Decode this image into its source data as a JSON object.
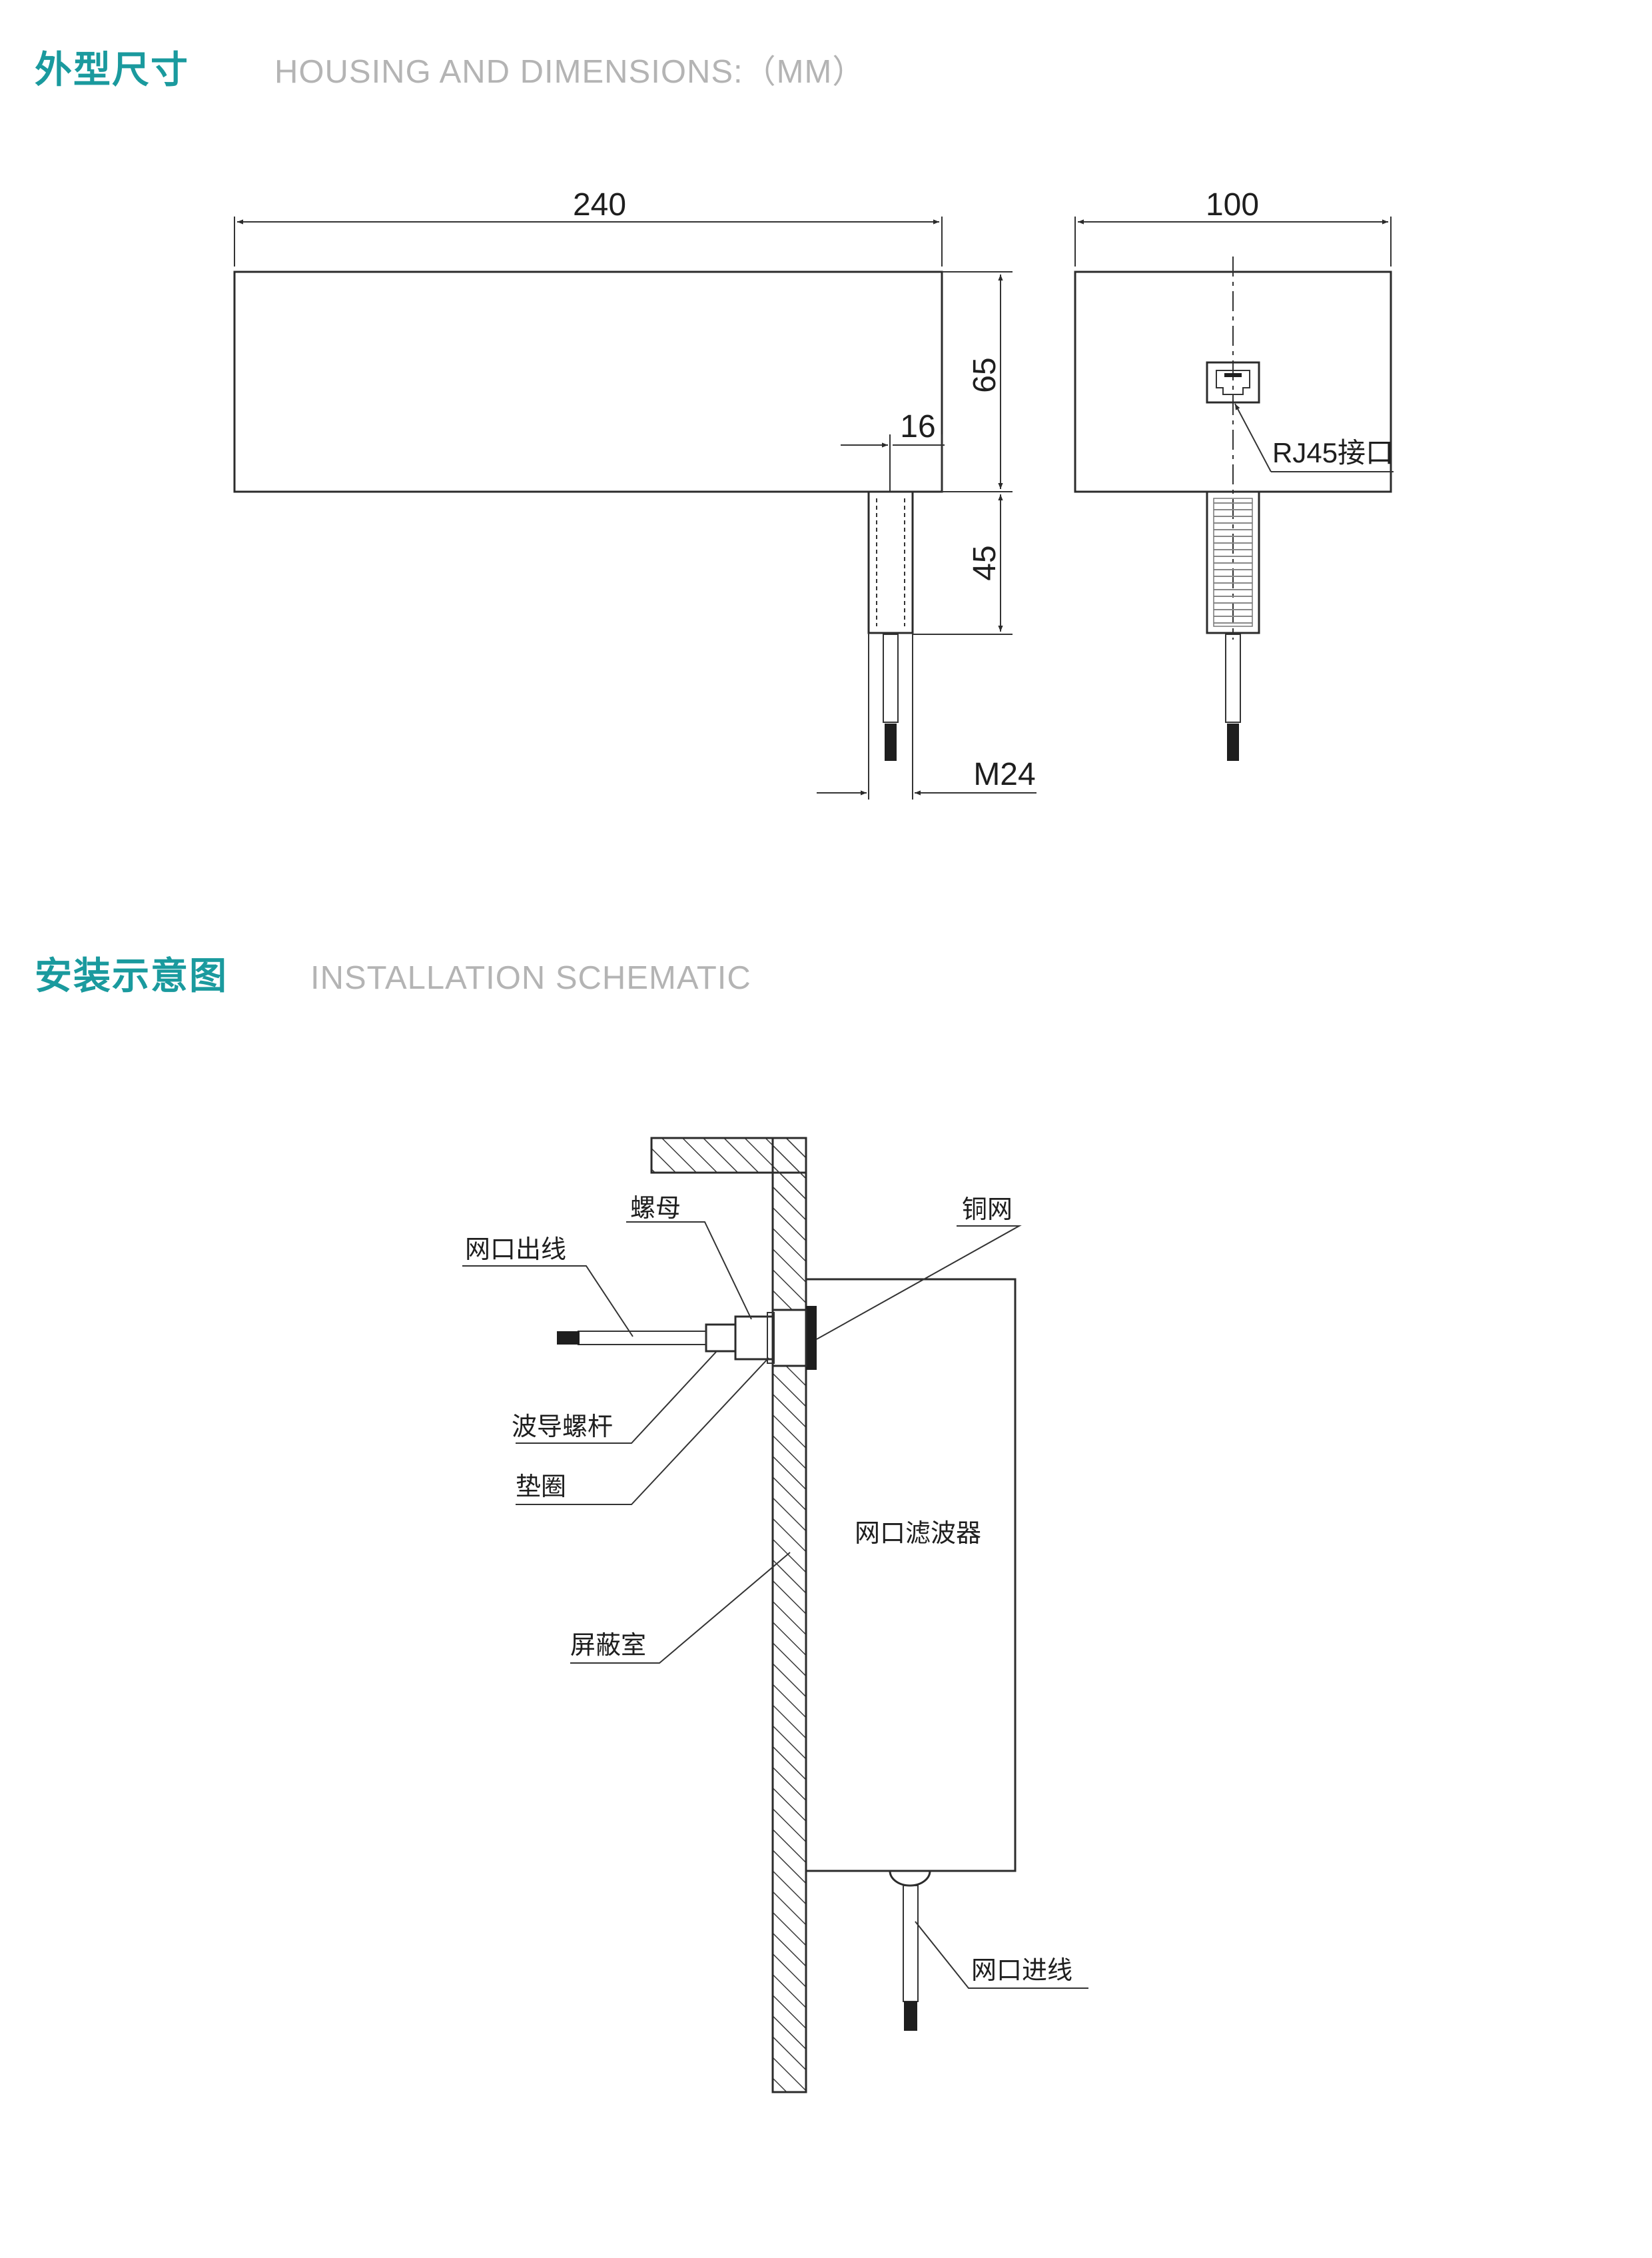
{
  "sections": {
    "housing": {
      "title_cn": "外型尺寸",
      "title_en": "HOUSING AND DIMENSIONS:（MM）"
    },
    "installation": {
      "title_cn": "安装示意图",
      "title_en": "INSTALLATION SCHEMATIC"
    }
  },
  "dimensions": {
    "length": "240",
    "width": "100",
    "height": "65",
    "stud_offset": "16",
    "stud_length": "45",
    "thread": "M24",
    "port_label": "RJ45接口"
  },
  "installation_labels": {
    "nut": "螺母",
    "copper_mesh": "铜网",
    "port_outlet": "网口出线",
    "waveguide_stud": "波导螺杆",
    "washer": "垫圈",
    "filter": "网口滤波器",
    "shielded_room": "屏蔽室",
    "port_inlet": "网口进线"
  },
  "colors": {
    "accent": "#1a9a9e",
    "subtitle": "#b4b4b4",
    "line": "#2b2b2b"
  }
}
